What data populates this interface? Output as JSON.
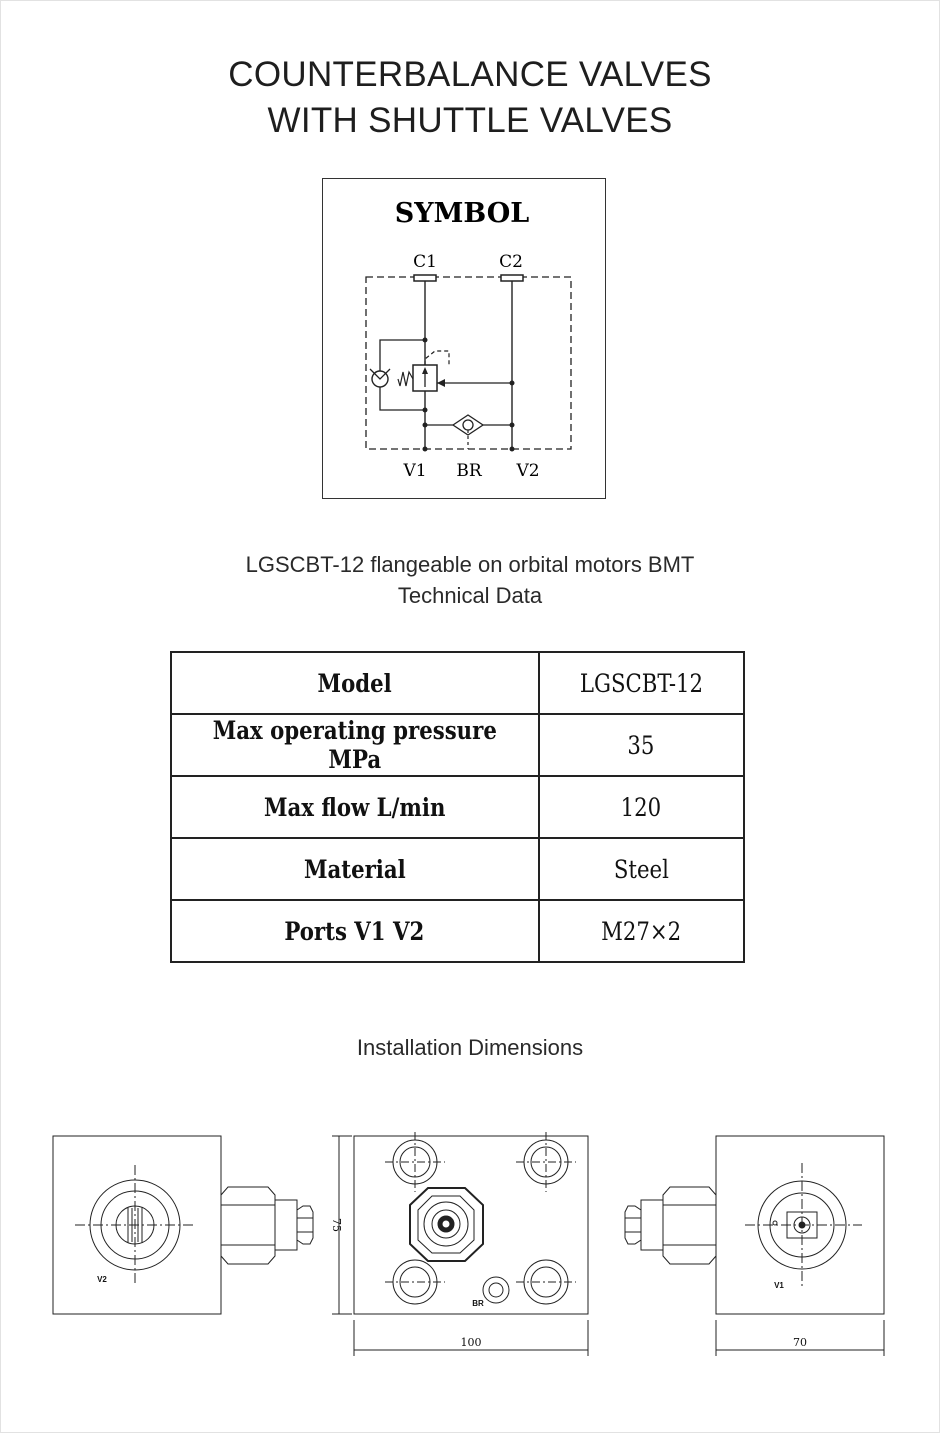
{
  "title": {
    "line1": "COUNTERBALANCE VALVES",
    "line2": "WITH SHUTTLE VALVES"
  },
  "symbol": {
    "heading": "SYMBOL",
    "ports_top": [
      "C1",
      "C2"
    ],
    "ports_bottom": [
      "V1",
      "BR",
      "V2"
    ]
  },
  "product": {
    "description": "LGSCBT-12 flangeable on orbital motors BMT",
    "section": "Technical Data"
  },
  "technical_data": [
    {
      "key": "Model",
      "value": "LGSCBT-12"
    },
    {
      "key": "Max operating pressure MPa",
      "value": "35"
    },
    {
      "key": "Max flow L/min",
      "value": "120"
    },
    {
      "key": "Material",
      "value": "Steel"
    },
    {
      "key": "Ports V1 V2",
      "value": "M27×2"
    }
  ],
  "installation": {
    "heading": "Installation Dimensions",
    "left_view_port": "V2",
    "center_view_port": "BR",
    "right_view_port": "V1",
    "width_center": "100",
    "height_center": "75",
    "width_right": "70"
  }
}
